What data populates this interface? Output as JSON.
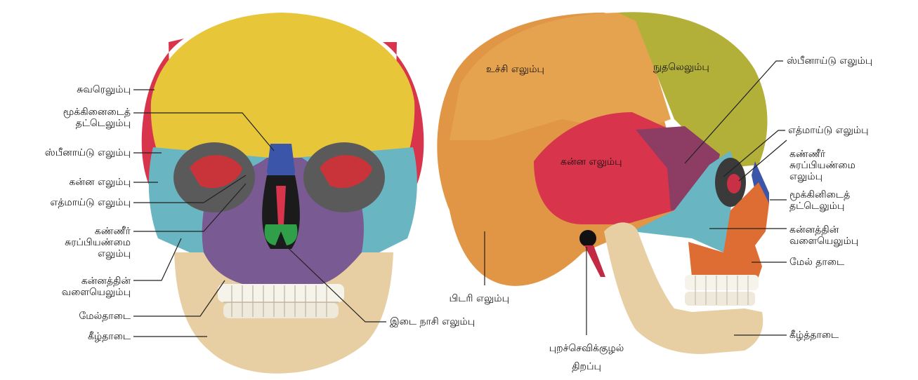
{
  "front_view": {
    "labels": {
      "parietal": "சுவரெலும்பு",
      "nasal_bone": "மூக்கினைடைத்\nதட்டெலும்பு",
      "sphenoid": "ஸ்பீனாய்டு எலும்பு",
      "zygomatic": "கன்ன எலும்பு",
      "ethmoid": "எத்மாய்டு எலும்பு",
      "lacrimal": "கண்ணீர்\nசுரப்பியண்மை\nஎலும்பு",
      "zygomatic_arch": "கன்னத்தின்\nவளையெலும்பு",
      "maxilla": "மேல்தாடை",
      "mandible": "கீழ்தாடை",
      "vomer": "இடை நாசி எலும்பு"
    }
  },
  "side_view": {
    "labels": {
      "parietal": "உச்சி எலும்பு",
      "frontal": "நுதலெலும்பு",
      "temporal": "கன்ன எலும்பு",
      "occipital": "பிடரி எலும்பு",
      "sphenoid": "ஸ்பீனாய்டு எலும்பு",
      "ethmoid": "எத்மாய்டு எலும்பு",
      "lacrimal": "கண்ணீர்\nசுரப்பியண்மை\nஎலும்பு",
      "nasal_bone": "மூக்கினிடைத்\nதட்டெலும்பு",
      "zygomatic_arch": "கன்னத்தின்\nவளையெலும்பு",
      "maxilla": "மேல் தாடை",
      "mandible": "கீழ்த்தாடை",
      "ear_canal": "புறச்செவிக்குழல்\nதிறப்பு"
    }
  },
  "colors": {
    "parietal": "#e8c63a",
    "frontal": "#b3b03a",
    "temporal_red": "#d8344b",
    "sphenoid": "#8d3d63",
    "zygomatic": "#69b6c2",
    "maxilla": "#7a5a92",
    "mandible": "#e7cfa3",
    "occipital": "#e19645",
    "nasal": "#3b55a8",
    "vomer": "#2f9f49",
    "face_orange": "#dd6d32"
  }
}
